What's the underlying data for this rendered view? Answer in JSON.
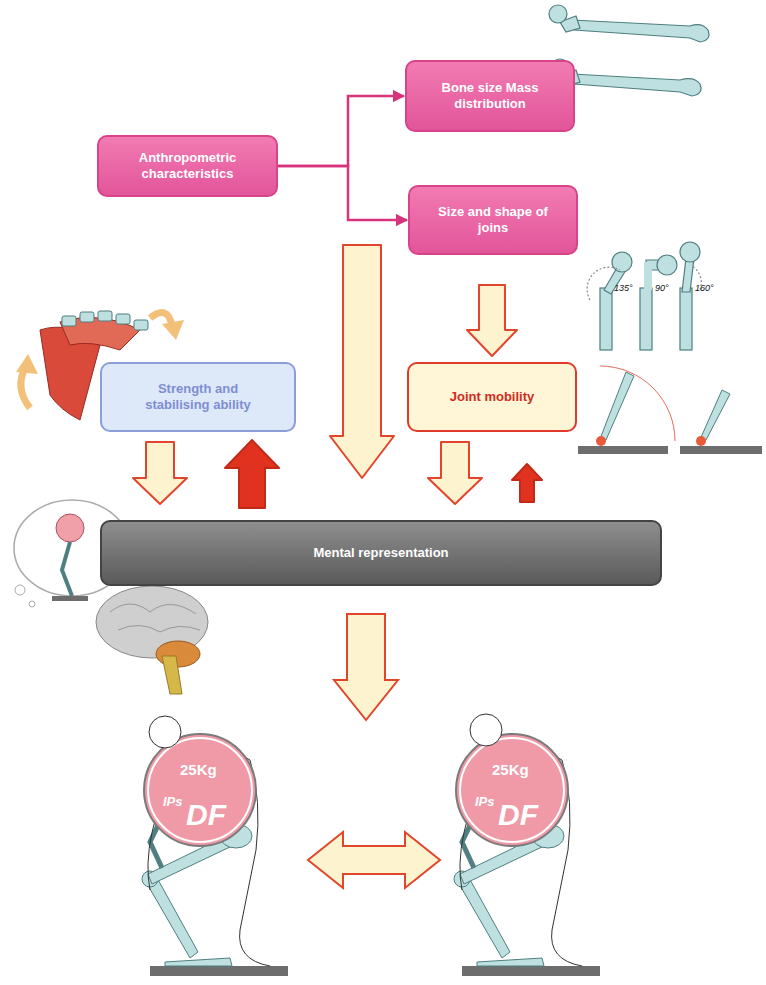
{
  "diagram": {
    "nodes": [
      {
        "text": [
          "Anthropometric characteristics"
        ]
      },
      {
        "text": [
          "Bone size Mass distribution"
        ]
      },
      {
        "text": [
          "Size and shape of joins"
        ]
      },
      {
        "text": [
          "Strength and stabilising ability"
        ]
      },
      {
        "text": [
          "Joint mobility"
        ]
      },
      {
        "text": [
          "Mental representation"
        ]
      }
    ],
    "edges": [
      {
        "from": 0,
        "to": 1,
        "arrow": "to"
      },
      {
        "from": 0,
        "to": 2,
        "arrow": "to"
      },
      {
        "from": 2,
        "to": 4,
        "arrow": "to"
      },
      {
        "from": 0,
        "to": 5,
        "arrow": "to"
      },
      {
        "from": 3,
        "to": 5,
        "arrow": "to"
      },
      {
        "from": 5,
        "to": 3,
        "arrow": "to"
      },
      {
        "from": 4,
        "to": 5,
        "arrow": "to"
      },
      {
        "from": 5,
        "to": 4,
        "arrow": "to"
      }
    ],
    "labels": [
      "135°",
      "90°",
      "160°",
      "25Kg",
      "IPs",
      "DF",
      "25Kg",
      "IPs",
      "DF"
    ]
  }
}
